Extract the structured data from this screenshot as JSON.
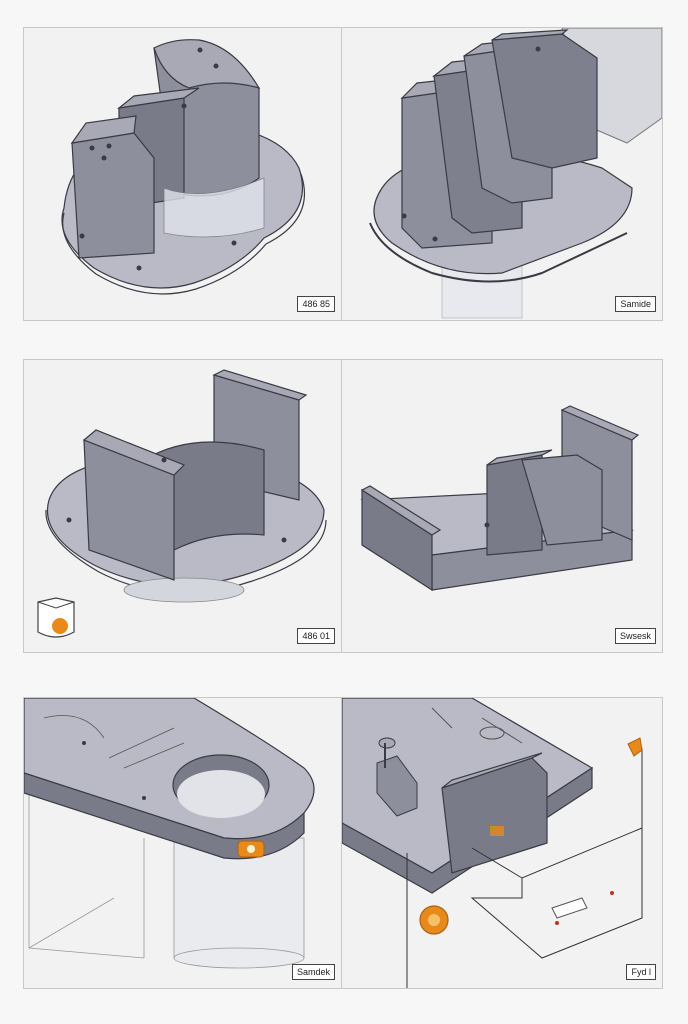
{
  "panels": [
    {
      "label": "486 85"
    },
    {
      "label": "Samide"
    },
    {
      "label": "486 01"
    },
    {
      "label": "Swsesk"
    },
    {
      "label": "Samdek"
    },
    {
      "label": "Fyd l"
    }
  ],
  "colors": {
    "body": "#8e8f9c",
    "body_dark": "#6f7080",
    "body_light": "#b7b8c3",
    "outline": "#3a3b45",
    "accent": "#e8891c"
  }
}
